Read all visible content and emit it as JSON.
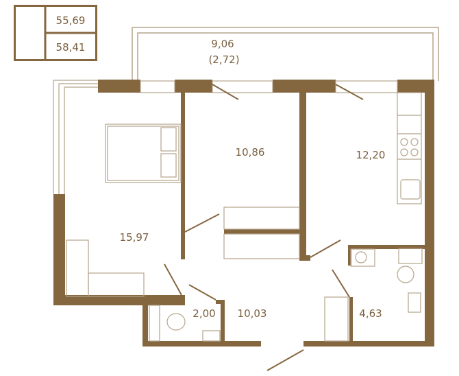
{
  "summary": {
    "living_area": "55,69",
    "total_area": "58,41"
  },
  "rooms": [
    {
      "id": "balcony",
      "area": "9,06",
      "reduced_area": "(2,72)"
    },
    {
      "id": "bedroom",
      "area": "15,97"
    },
    {
      "id": "room",
      "area": "10,86"
    },
    {
      "id": "kitchen",
      "area": "12,20"
    },
    {
      "id": "bathroom",
      "area": "2,00"
    },
    {
      "id": "hallway",
      "area": "10,03"
    },
    {
      "id": "bathroom-2",
      "area": "4,63"
    }
  ],
  "colors": {
    "wall": "#84663f",
    "line": "#b5a48c",
    "text": "#7a5f3e"
  }
}
